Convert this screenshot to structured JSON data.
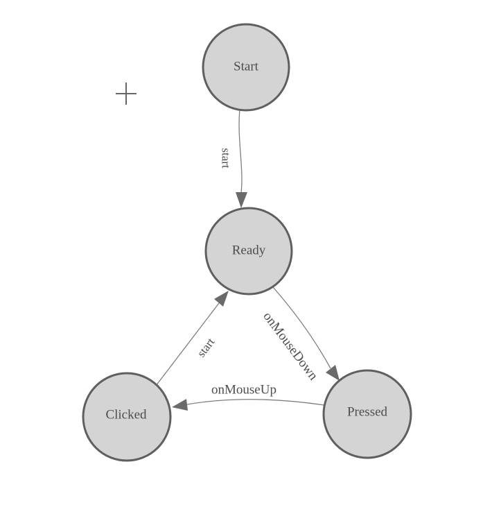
{
  "diagram": {
    "colors": {
      "background": "#ffffff",
      "node_fill": "#d4d4d4",
      "node_stroke": "#5f5f5f",
      "edge_line": "#7e7e7e",
      "arrow_fill": "#6a6a6a",
      "label_text": "#4d4d4d",
      "crosshair": "#666666"
    },
    "cursor": {
      "icon": "crosshair-plus-icon"
    },
    "nodes": [
      {
        "id": "start",
        "label": "Start"
      },
      {
        "id": "ready",
        "label": "Ready"
      },
      {
        "id": "clicked",
        "label": "Clicked"
      },
      {
        "id": "pressed",
        "label": "Pressed"
      }
    ],
    "edges": [
      {
        "from": "start",
        "to": "ready",
        "label": "start"
      },
      {
        "from": "ready",
        "to": "pressed",
        "label": "onMouseDown"
      },
      {
        "from": "pressed",
        "to": "clicked",
        "label": "onMouseUp"
      },
      {
        "from": "clicked",
        "to": "ready",
        "label": "start"
      }
    ]
  }
}
